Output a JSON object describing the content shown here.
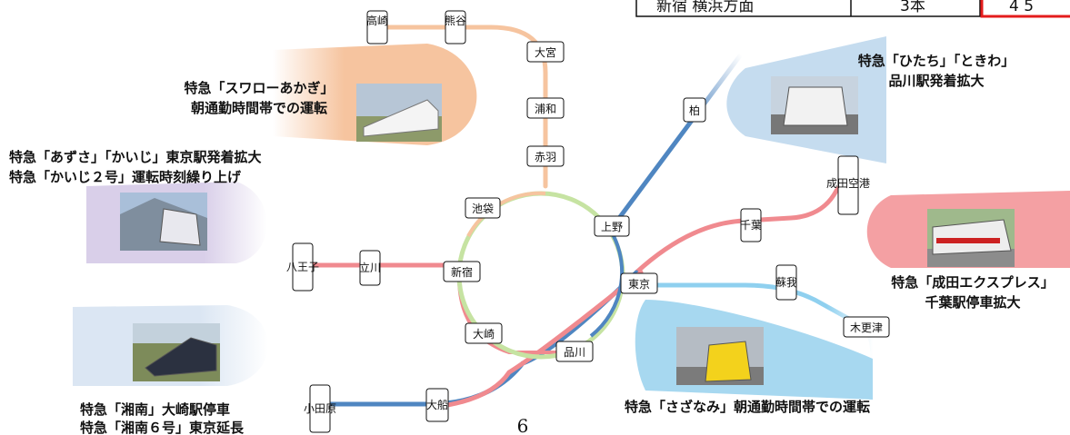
{
  "colors": {
    "purple": "#a78ec9",
    "pink": "#f08a8f",
    "blue": "#4f86c1",
    "light_blue": "#8fd0ef",
    "peach": "#f6c49f",
    "green": "#c6e3a2",
    "red_frame": "#e41c1c"
  },
  "table_partial": {
    "route": "新宿 横浜方面",
    "col2": "3本",
    "col3": "4 5"
  },
  "stations": {
    "takasaki": "高崎",
    "kumagaya": "熊谷",
    "omiya": "大宮",
    "urawa": "浦和",
    "akabane": "赤羽",
    "ikebukuro": "池袋",
    "ueno": "上野",
    "kashiwa": "柏",
    "narita_airport": "成田空港",
    "chiba": "千葉",
    "hachioji": "八王子",
    "tachikawa": "立川",
    "shinjuku": "新宿",
    "tokyo": "東京",
    "soga": "蘇我",
    "kisarazu": "木更津",
    "osaki": "大崎",
    "shinagawa": "品川",
    "odawara": "小田原",
    "ofuna": "大船"
  },
  "callouts": {
    "swallow": [
      "特急「スワローあかぎ」",
      "朝通勤時間帯での運転"
    ],
    "hitachi": [
      "特急「ひたち」「ときわ」",
      "品川駅発着拡大"
    ],
    "azusa": [
      "特急「あずさ」「かいじ」東京駅発着拡大",
      "特急「かいじ２号」運転時刻繰り上げ"
    ],
    "narita_express": [
      "特急「成田エクスプレス」",
      "千葉駅停車拡大"
    ],
    "shonan": [
      "特急「湘南」大崎駅停車",
      "特急「湘南６号」東京延長"
    ],
    "sazanami": [
      "特急「さざなみ」朝通勤時間帯での運転"
    ]
  },
  "page_number": "6"
}
